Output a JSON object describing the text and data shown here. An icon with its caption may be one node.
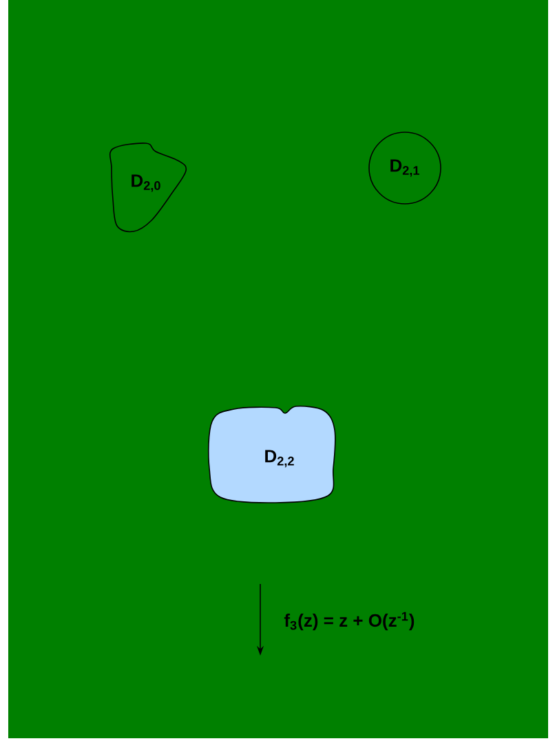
{
  "diagram": {
    "nodes": [
      {
        "text": [
          "D$_{2,0}$"
        ]
      },
      {
        "text": [
          "D$_{2,1}$"
        ]
      },
      {
        "text": [
          "D$_{2,2}$"
        ]
      }
    ],
    "labels": [
      "f$_{3}$(z) = z + O(z$^{-1}$)"
    ]
  }
}
